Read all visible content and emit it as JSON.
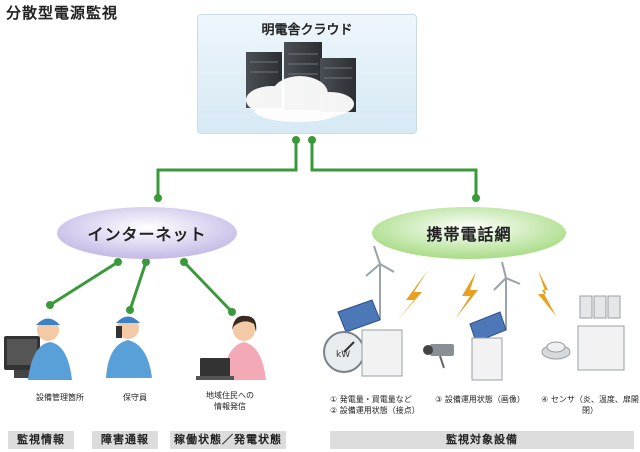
{
  "page": {
    "title": "分散型電源監視"
  },
  "cloud": {
    "label": "明電舎クラウド"
  },
  "networks": {
    "internet": "インターネット",
    "mobile": "携帯電話網"
  },
  "people": {
    "facility_manager": "設備管理箇所",
    "maintainer": "保守員",
    "resident_line1": "地域住民への",
    "resident_line2": "情報発信"
  },
  "equipment": {
    "meter_unit": "kW",
    "desc_1_line1": "① 発電量・買電量など",
    "desc_1_line2": "② 設備運用状態（接点）",
    "desc_3": "③ 設備運用状態（画像）",
    "desc_4": "④ センサ（炎、温度、扉開閉）"
  },
  "bands": {
    "monitor_info": "監視情報",
    "fault_notice": "障害通報",
    "operation_status": "稼働状態／発電状態",
    "monitored_equipment": "監視対象設備"
  },
  "colors": {
    "line_green": "#3a9a3a",
    "internet_ellipse": "#c6bde6",
    "mobile_ellipse": "#b8e39b",
    "bolt": "#e8a020",
    "band_gray": "#dcdcdc"
  }
}
